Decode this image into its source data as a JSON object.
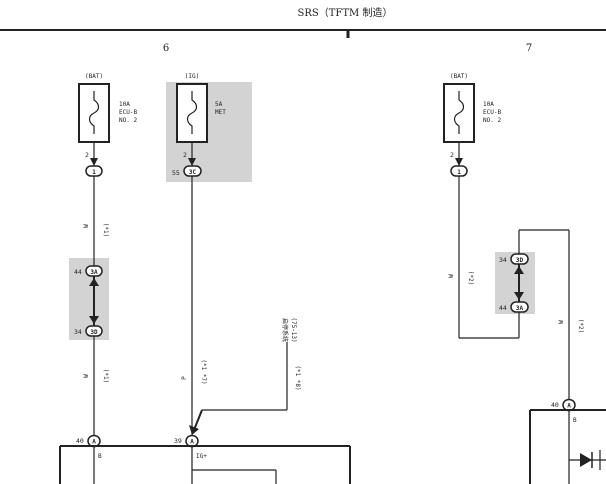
{
  "header": {
    "title": "SRS（TFTM 制造）"
  },
  "sections": {
    "left_number": "6",
    "right_number": "7"
  },
  "fuses": [
    {
      "source": "(BAT)",
      "rating": "10A",
      "name1": "ECU-B",
      "name2": "NO. 2",
      "pin": "2",
      "connector": "1"
    },
    {
      "source": "(IG)",
      "rating": "5A",
      "name1": "MET",
      "name2": "",
      "pin": "2",
      "connector": "3C",
      "connector_pin": "55"
    },
    {
      "source": "(BAT)",
      "rating": "10A",
      "name1": "ECU-B",
      "name2": "NO. 2",
      "pin": "2",
      "connector": "1"
    }
  ],
  "wires": {
    "w1_color": "W",
    "w1_note": "(*1)",
    "w2_color": "W",
    "w2_note": "(*1)",
    "p_color": "P",
    "p_note": "(*1 *7)",
    "w3_color": "W",
    "w3_note": "(*2)",
    "w4_color": "W",
    "w4_note": "(*2)",
    "starter_note": "(*1 *8)"
  },
  "junctions": {
    "left_top": {
      "pin": "44",
      "label": "3A"
    },
    "left_bottom": {
      "pin": "34",
      "label": "3D"
    },
    "right_top": {
      "pin": "34",
      "label": "3D"
    },
    "right_bottom": {
      "pin": "44",
      "label": "3A"
    }
  },
  "connectors": {
    "a_left": {
      "pin": "40",
      "label": "A",
      "wire": "B"
    },
    "a_mid": {
      "pin": "39",
      "label": "A",
      "wire": "IG+"
    },
    "a_right": {
      "pin": "40",
      "label": "A",
      "wire": "B"
    }
  },
  "annotation": {
    "label": "启停系统",
    "ref": "(75-13)"
  }
}
